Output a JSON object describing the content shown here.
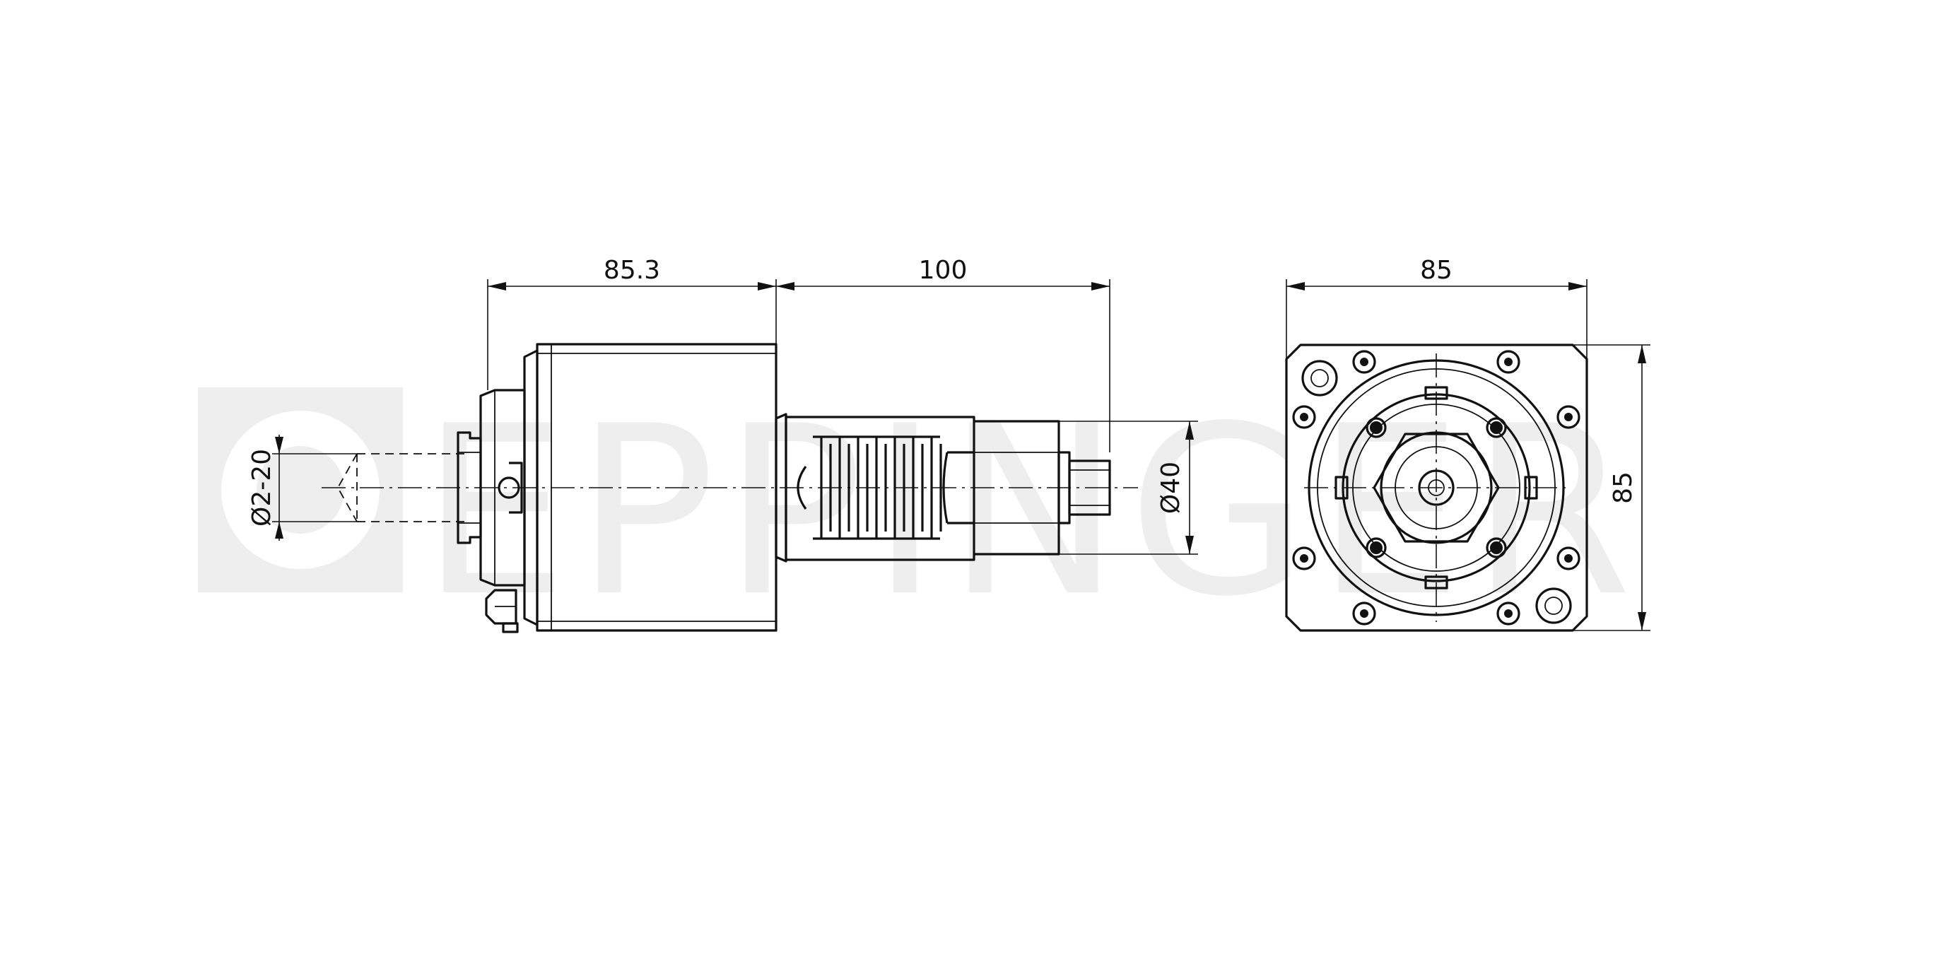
{
  "watermark": {
    "text": "EPPINGER",
    "color": "#eeeeee"
  },
  "dimensions": {
    "tool_length": "85.3",
    "shank_length": "100",
    "clamping_range": "Ø2-20",
    "shank_diameter": "Ø40",
    "flange_width": "85",
    "flange_height": "85"
  },
  "colors": {
    "line": "#111111",
    "background": "#ffffff"
  }
}
